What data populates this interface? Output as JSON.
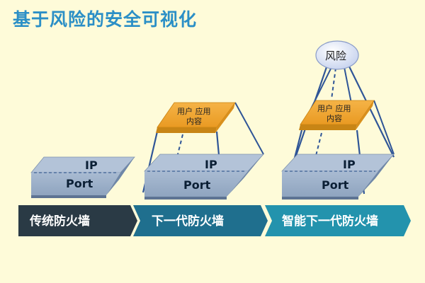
{
  "title": "基于风险的安全可视化",
  "stages": [
    {
      "banner": "传统防火墙",
      "ip_label": "IP",
      "port_label": "Port"
    },
    {
      "banner": "下一代防火墙",
      "ip_label": "IP",
      "port_label": "Port",
      "app_label_line1": "用户 应用",
      "app_label_line2": "内容"
    },
    {
      "banner": "智能下一代防火墙",
      "ip_label": "IP",
      "port_label": "Port",
      "app_label_line1": "用户 应用",
      "app_label_line2": "内容",
      "risk_label": "风险"
    }
  ],
  "colors": {
    "background": "#fefbd9",
    "title": "#2b8fc6",
    "slab_top": "#9aaec8",
    "slab_side": "#6f87a8",
    "app_slab": "#f0a531",
    "risk_bubble": "#dfe6f7",
    "frame_line": "#2f5597",
    "banner_1": "#2a3a45",
    "banner_2": "#1f6f8e",
    "banner_3": "#2393ad"
  }
}
